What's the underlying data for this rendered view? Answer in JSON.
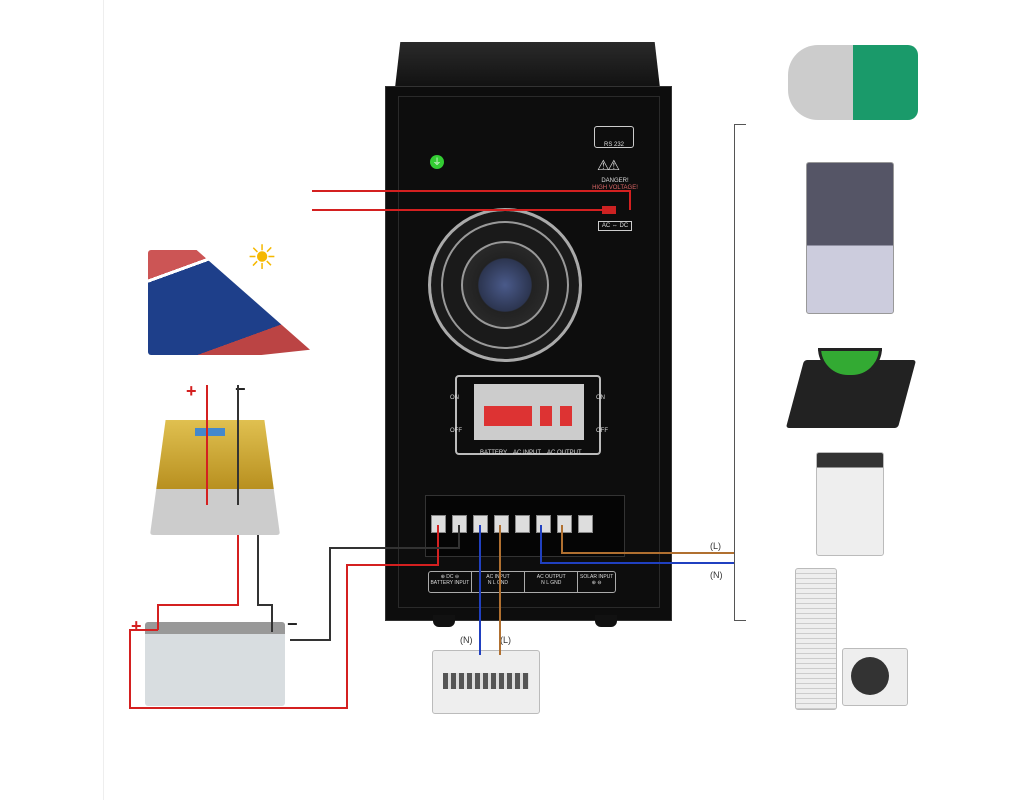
{
  "inverter": {
    "rs232": "RS 232",
    "danger": "DANGER!",
    "high_voltage": "HIGH VOLTAGE!",
    "acdc": "AC ⇔ DC",
    "on": "ON",
    "off": "OFF",
    "breaker_labels": [
      "BATTERY",
      "AC INPUT",
      "AC OUTPUT"
    ],
    "terminals": {
      "battery": "⊕ DC ⊖",
      "battery_input": "BATTERY INPUT",
      "ac_input": "AC INPUT",
      "ac_output": "AC OUTPUT",
      "solar_input": "SOLAR INPUT",
      "n": "N",
      "l": "L",
      "gnd": "GND",
      "plus": "⊕",
      "minus": "⊖"
    }
  },
  "wiring": {
    "plus": "+",
    "minus": "−",
    "l": "(L)",
    "n": "(N)"
  },
  "colors": {
    "positive": "#d42020",
    "negative": "#333333",
    "neutral": "#2040c0",
    "live": "#b07030"
  }
}
